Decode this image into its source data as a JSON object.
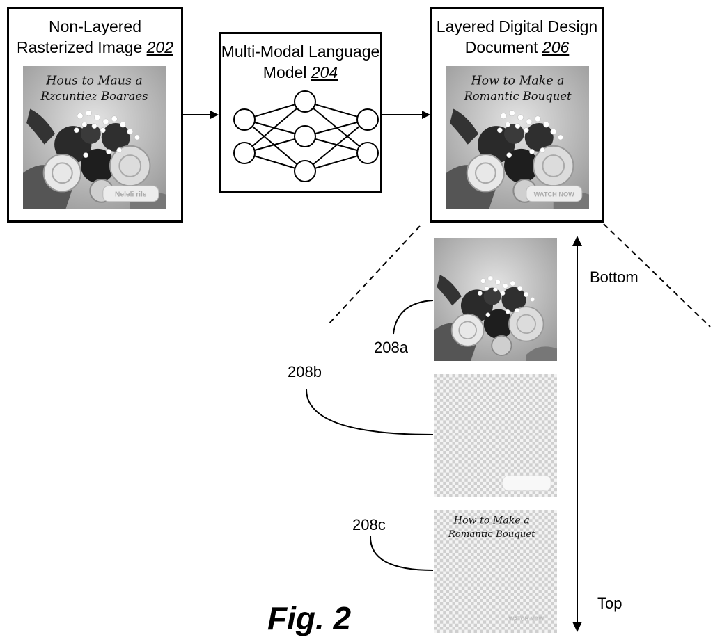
{
  "figure_label": "Fig. 2",
  "boxes": {
    "input": {
      "title_line1": "Non-Layered",
      "title_line2": "Rasterized Image ",
      "ref": "202",
      "garbled_text_line1": "Hous to Maus a",
      "garbled_text_line2": "Rzcuntiez Boaraes",
      "garbled_button": "Neleli rils"
    },
    "model": {
      "title_line1": "Multi-Modal Language",
      "title_line2": "Model ",
      "ref": "204"
    },
    "output": {
      "title_line1": "Layered Digital Design",
      "title_line2": "Document ",
      "ref": "206",
      "text_line1": "How to Make a",
      "text_line2": "Romantic Bouquet",
      "button": "WATCH NOW"
    }
  },
  "layers": {
    "a": {
      "label": "208a"
    },
    "b": {
      "label": "208b"
    },
    "c": {
      "label": "208c",
      "text_line1": "How to Make a",
      "text_line2": "Romantic Bouquet",
      "button": "WATCH NOW"
    }
  },
  "axis": {
    "bottom_label": "Bottom",
    "top_label": "Top"
  },
  "colors": {
    "line": "#000000",
    "photo_bg": "#c8c8c8",
    "checker_light": "#f4f4f4",
    "checker_dark": "#cfcfcf"
  },
  "icons": {
    "neural_network": "neural-network-icon",
    "arrow": "arrow-right-icon"
  }
}
